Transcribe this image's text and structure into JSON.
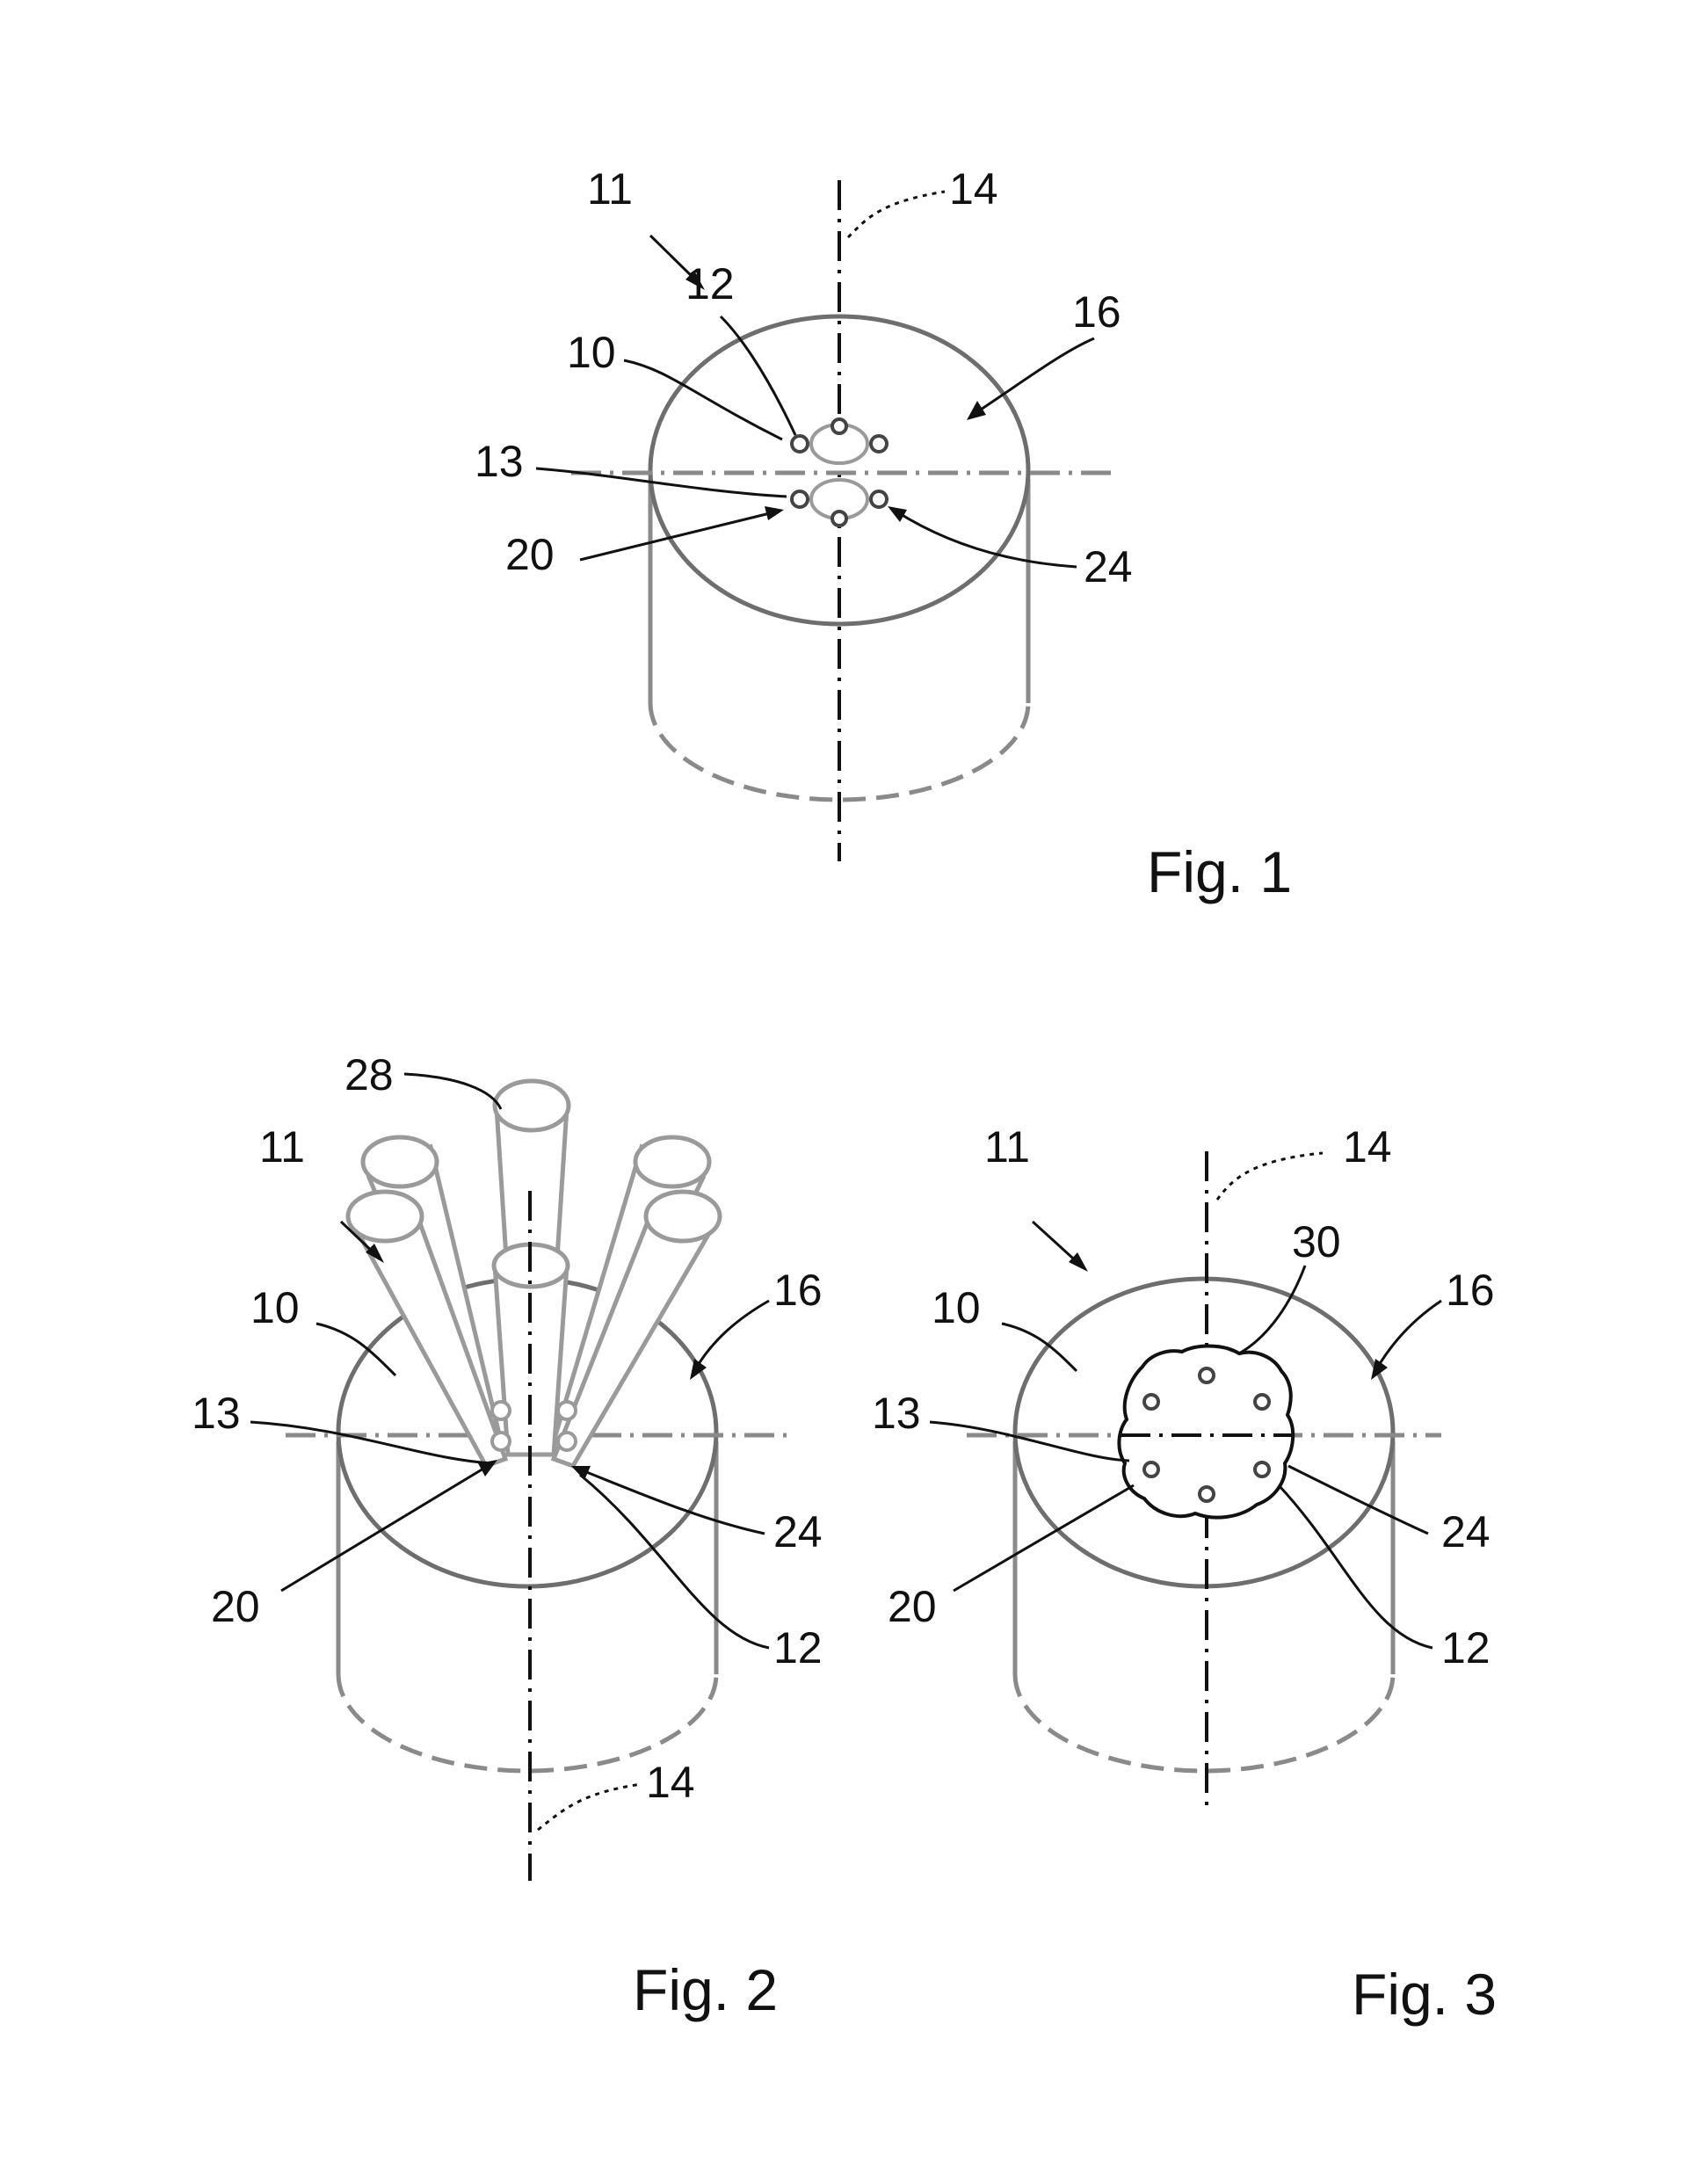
{
  "figures": [
    {
      "caption": "Fig. 1",
      "labels": {
        "n11": "11",
        "n14": "14",
        "n12": "12",
        "n16": "16",
        "n10": "10",
        "n13": "13",
        "n20": "20",
        "n24": "24"
      }
    },
    {
      "caption": "Fig. 2",
      "labels": {
        "n28": "28",
        "n11": "11",
        "n10": "10",
        "n16": "16",
        "n13": "13",
        "n24": "24",
        "n20": "20",
        "n12": "12",
        "n14": "14"
      }
    },
    {
      "caption": "Fig. 3",
      "labels": {
        "n11": "11",
        "n14": "14",
        "n30": "30",
        "n10": "10",
        "n16": "16",
        "n13": "13",
        "n24": "24",
        "n20": "20",
        "n12": "12"
      }
    }
  ],
  "colors": {
    "ink": "#111111",
    "body": "#8a8a8a",
    "background": "#ffffff"
  }
}
